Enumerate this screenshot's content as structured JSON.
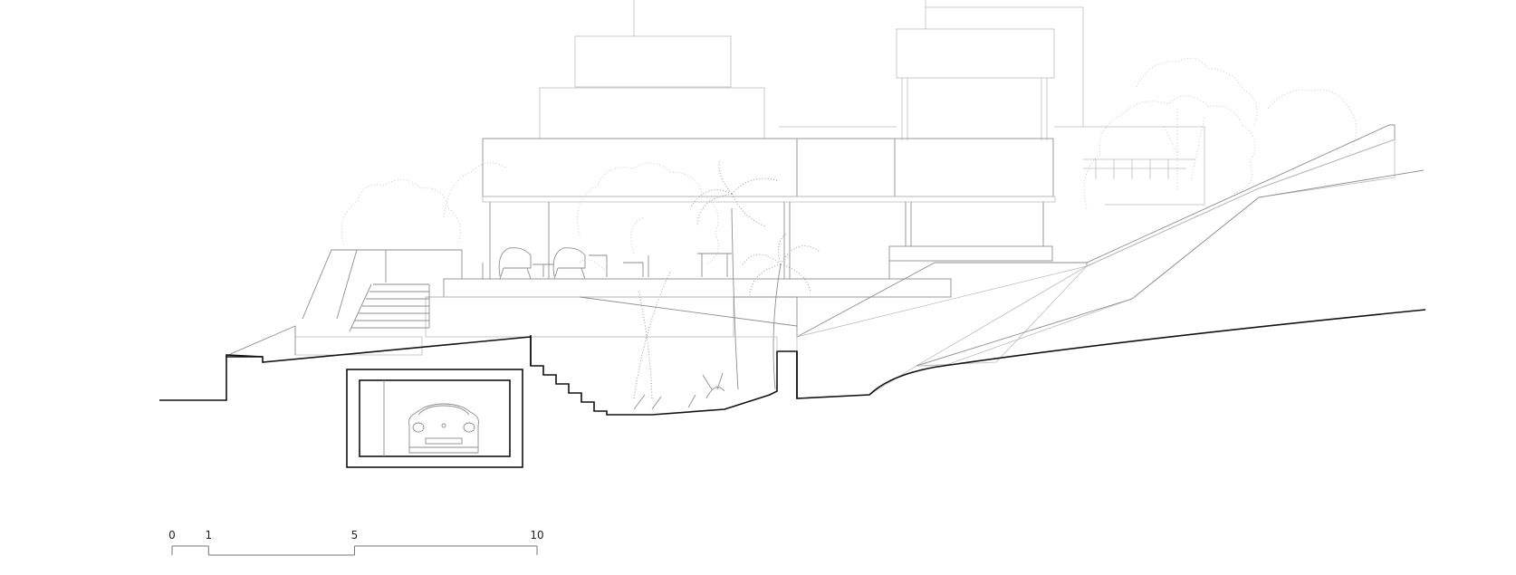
{
  "scale_bar": {
    "labels": [
      "0",
      "1",
      "5",
      "10"
    ],
    "values": [
      0,
      1,
      5,
      10
    ]
  },
  "colors": {
    "ink": "#111111",
    "grey": "#8e8e8e",
    "light": "#bdbdbd"
  }
}
